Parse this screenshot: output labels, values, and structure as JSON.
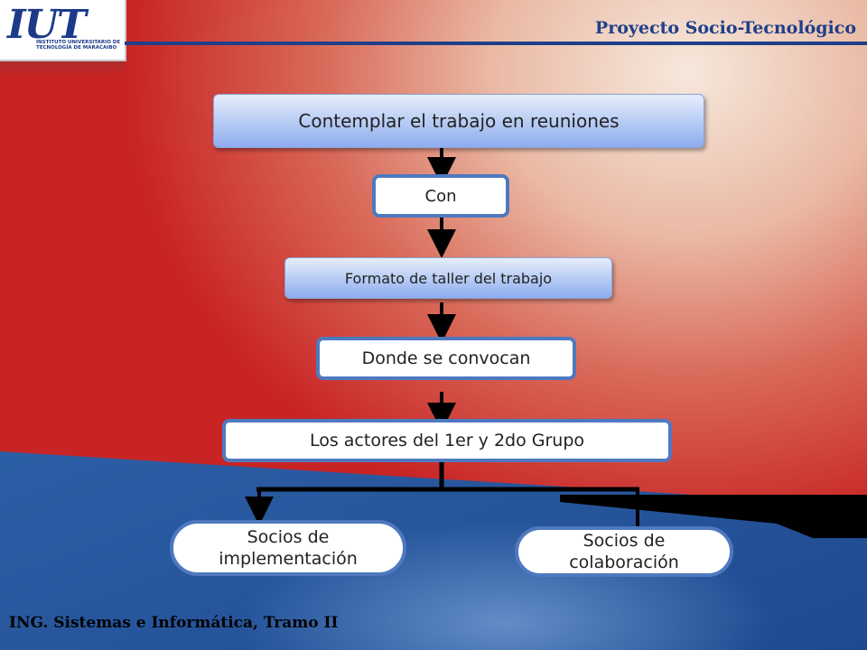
{
  "header": {
    "title": "Proyecto Socio-Tecnológico"
  },
  "logo": {
    "mark": "IUT",
    "subtitle": "INSTITUTO UNIVERSITARIO DE TECNOLOGÍA DE MARACAIBO"
  },
  "footer": {
    "text": "ING. Sistemas e Informática, Tramo II"
  },
  "flow": {
    "step1": "Contemplar el trabajo en reuniones",
    "step2": "Con",
    "step3": "Formato de taller del trabajo",
    "step4": "Donde se convocan",
    "step5": "Los actores del 1er y 2do Grupo",
    "branch_left": "Socios de implementación",
    "branch_right": "Socios de colaboración"
  },
  "colors": {
    "header_blue": "#1f3f88",
    "box_border": "#4f79bf",
    "bg_red": "#c82424",
    "bg_blue": "#2d5fa6"
  }
}
